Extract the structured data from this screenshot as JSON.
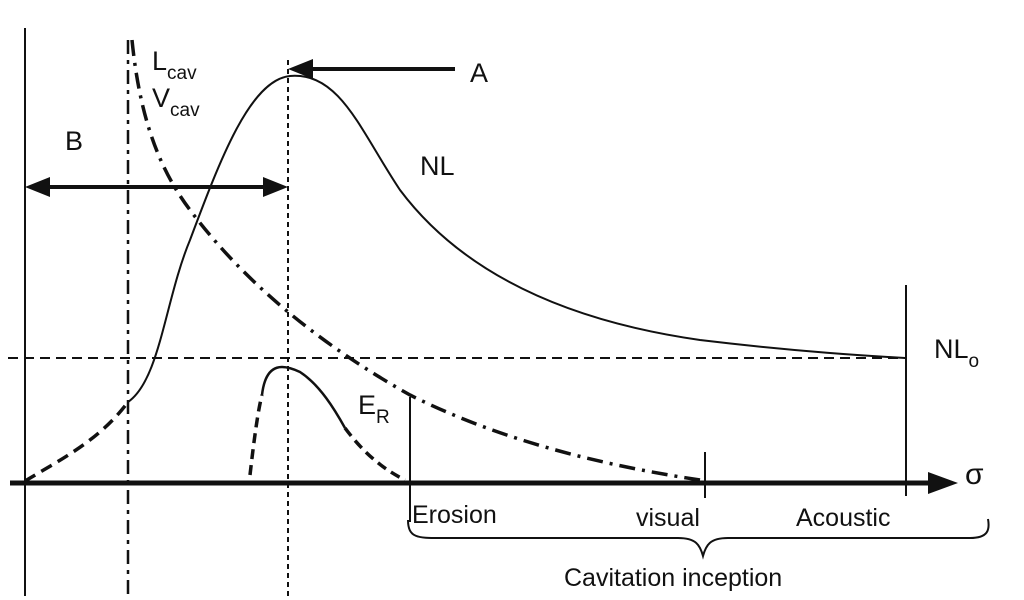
{
  "labels": {
    "l_cav": {
      "main": "L",
      "sub": "cav"
    },
    "v_cav": {
      "main": "V",
      "sub": "cav"
    },
    "a": "A",
    "b": "B",
    "nl": "NL",
    "nl_o": {
      "main": "NL",
      "sub": "o"
    },
    "e_r": {
      "main": "E",
      "sub": "R"
    },
    "sigma": "σ"
  },
  "axis_ticks": {
    "erosion": "Erosion",
    "visual": "visual",
    "acoustic": "Acoustic"
  },
  "brace_label": "Cavitation inception",
  "colors": {
    "ink": "#111111",
    "background": "#ffffff"
  }
}
